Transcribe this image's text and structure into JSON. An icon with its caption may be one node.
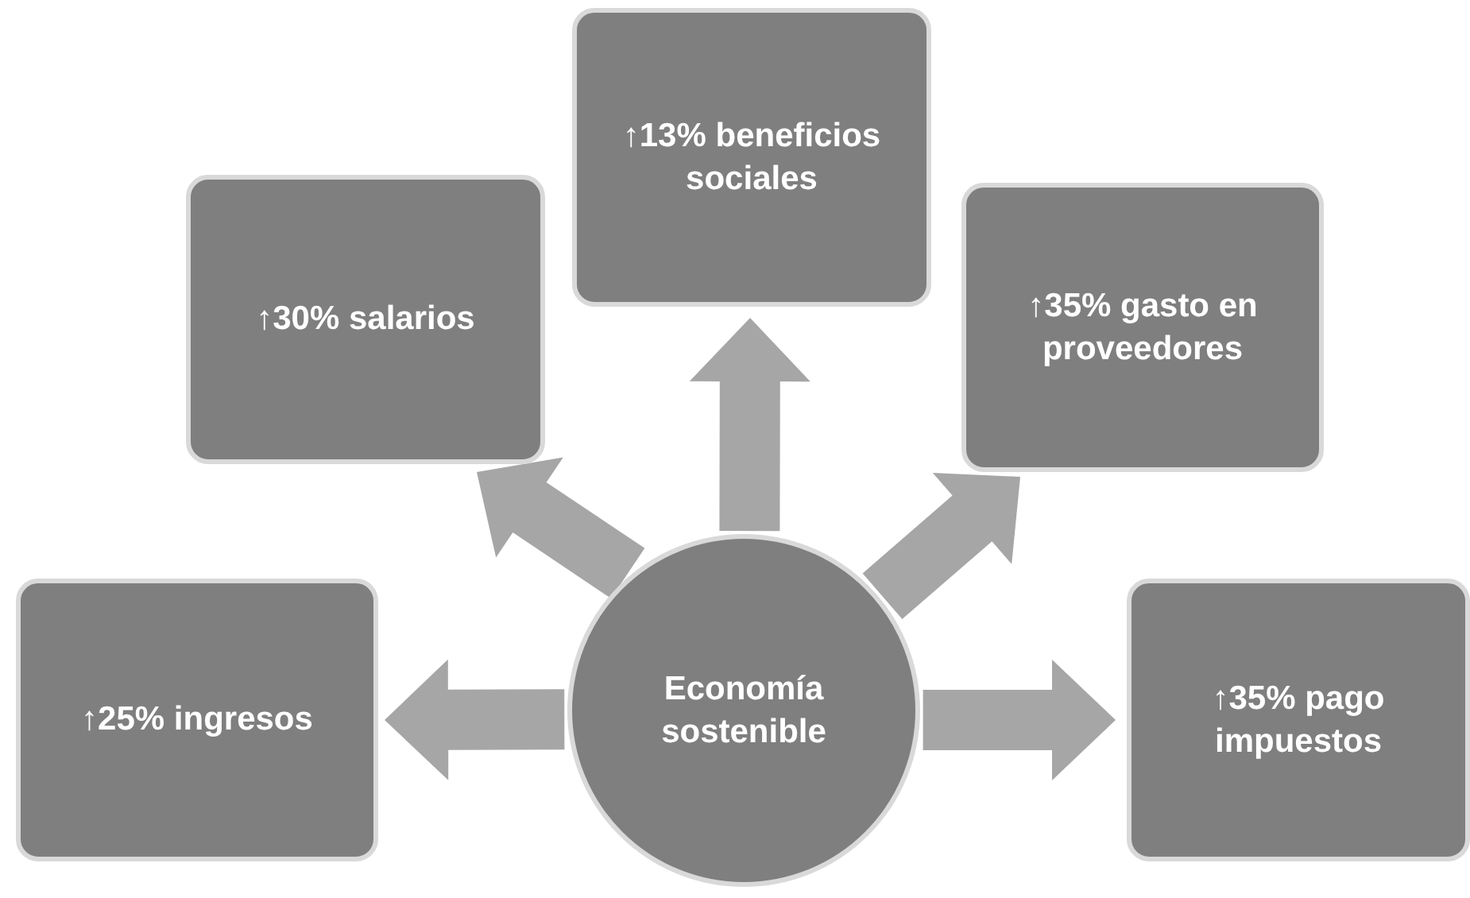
{
  "diagram": {
    "nodes": [
      {
        "text": [
          "↑13% beneficios sociales"
        ]
      },
      {
        "text": [
          "↑30% salarios"
        ]
      },
      {
        "text": [
          "↑35% gasto en proveedores"
        ]
      },
      {
        "text": [
          "↑25% ingresos"
        ]
      },
      {
        "text": [
          "Economía sostenible"
        ]
      },
      {
        "text": [
          "↑35% pago impuestos"
        ]
      }
    ],
    "edges": [
      {
        "from": 4,
        "to": 0,
        "arrow": "to"
      },
      {
        "from": 4,
        "to": 1,
        "arrow": "to"
      },
      {
        "from": 4,
        "to": 2,
        "arrow": "to"
      },
      {
        "from": 4,
        "to": 3,
        "arrow": "to"
      },
      {
        "from": 4,
        "to": 5,
        "arrow": "to"
      }
    ]
  }
}
